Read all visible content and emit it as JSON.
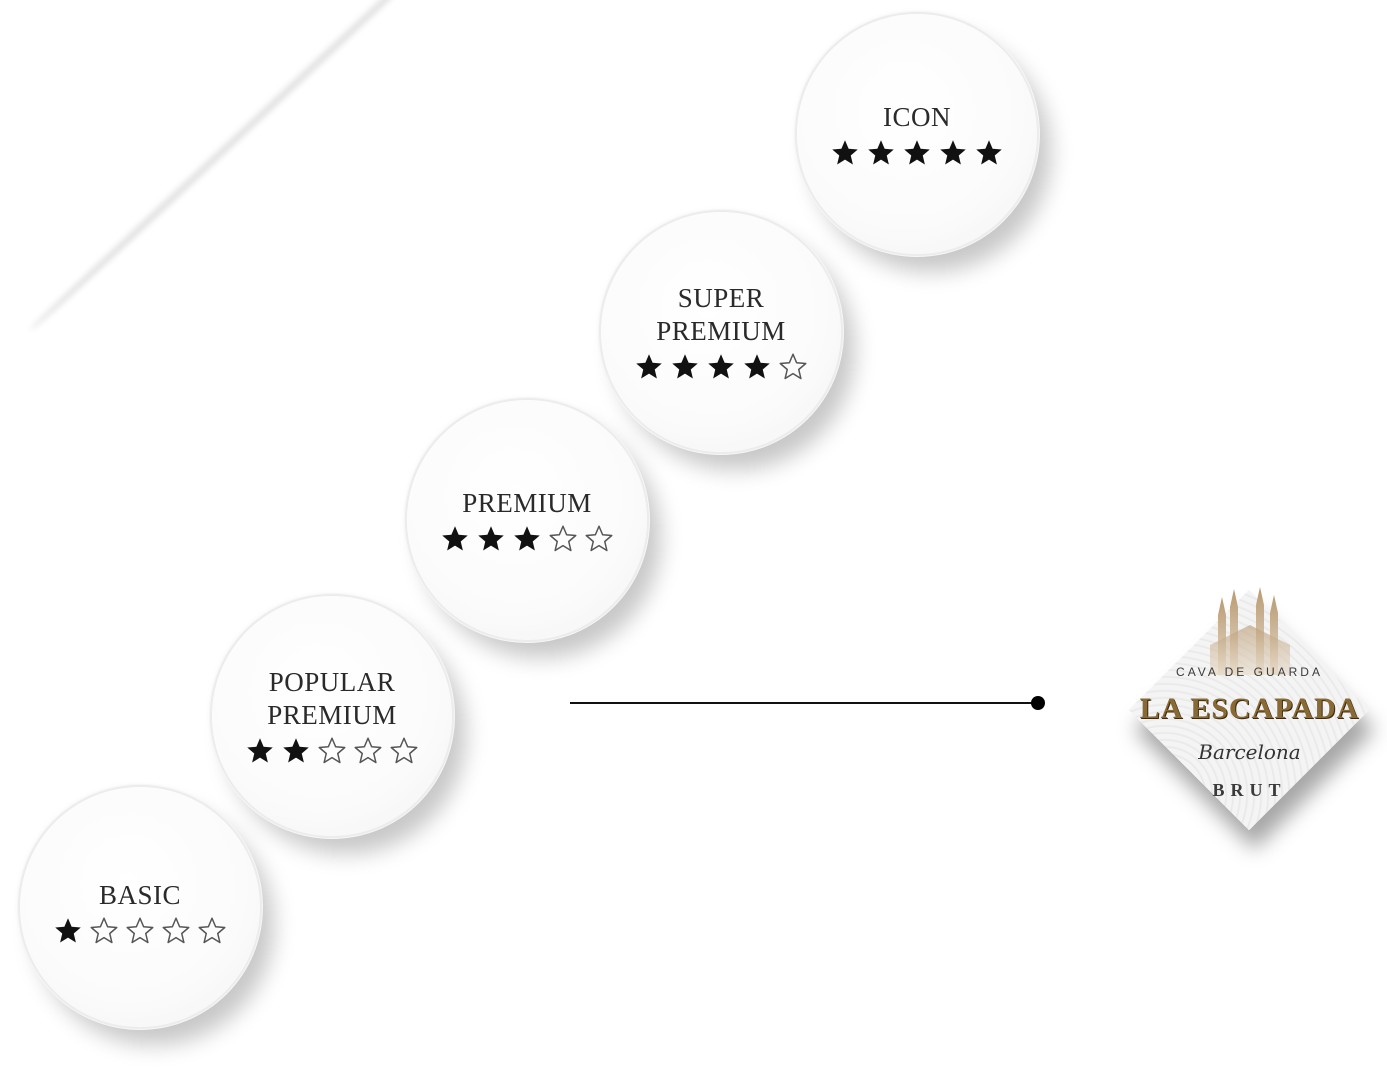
{
  "tiers": [
    {
      "label": "BASIC",
      "rating": 1,
      "max": 5
    },
    {
      "label": "POPULAR\nPREMIUM",
      "rating": 2,
      "max": 5
    },
    {
      "label": "PREMIUM",
      "rating": 3,
      "max": 5
    },
    {
      "label": "SUPER\nPREMIUM",
      "rating": 4,
      "max": 5
    },
    {
      "label": "ICON",
      "rating": 5,
      "max": 5
    }
  ],
  "logo": {
    "top_text": "CAVA DE GUARDA",
    "name": "LA ESCAPADA",
    "city": "Barcelona",
    "subtitle": "BRUT"
  },
  "colors": {
    "star_filled": "#111111",
    "star_empty_stroke": "#555555",
    "brand_gold": "#8a6a34"
  }
}
